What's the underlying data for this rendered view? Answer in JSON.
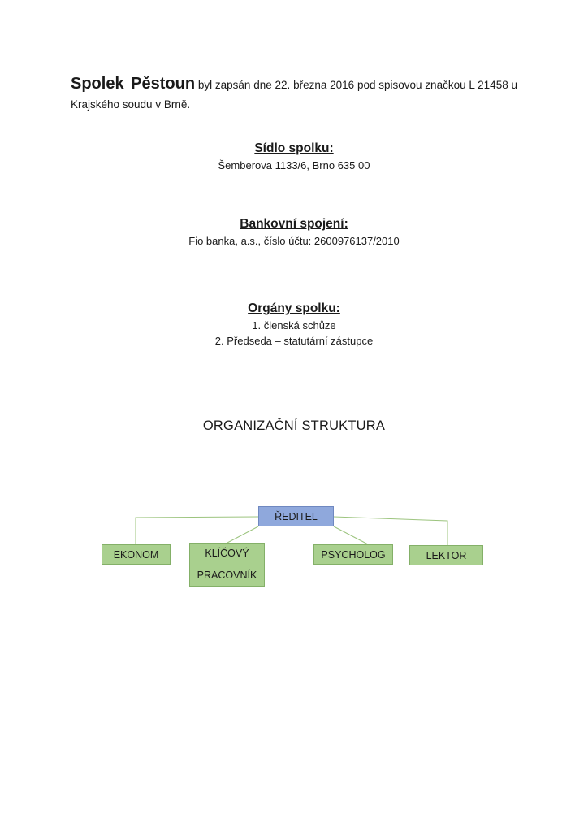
{
  "intro": {
    "org_name": "Spolek Pěstoun",
    "line1_rest": "byl zapsán dne 22. března 2016 pod spisovou značkou L 21458 u",
    "line2": "Krajského soudu v Brně."
  },
  "seat": {
    "heading": "Sídlo spolku:",
    "address": "Šemberova 1133/6, Brno 635 00"
  },
  "bank": {
    "heading": "Bankovní spojení:",
    "details": "Fio banka, a.s., číslo účtu: 2600976137/2010"
  },
  "bodies": {
    "heading": "Orgány spolku:",
    "items": [
      "1. členská schůze",
      "2. Předseda – statutární zástupce"
    ]
  },
  "structure": {
    "title": "ORGANIZAČNÍ STRUKTURA",
    "director": "ŘEDITEL",
    "units": [
      "EKONOM",
      "KLÍČOVÝ",
      "PRACOVNÍK",
      "PSYCHOLOG",
      "LEKTOR"
    ],
    "colors": {
      "director_fill": "#8fa8dc",
      "unit_fill": "#a9d08e",
      "connector": "#9cc47e"
    }
  }
}
